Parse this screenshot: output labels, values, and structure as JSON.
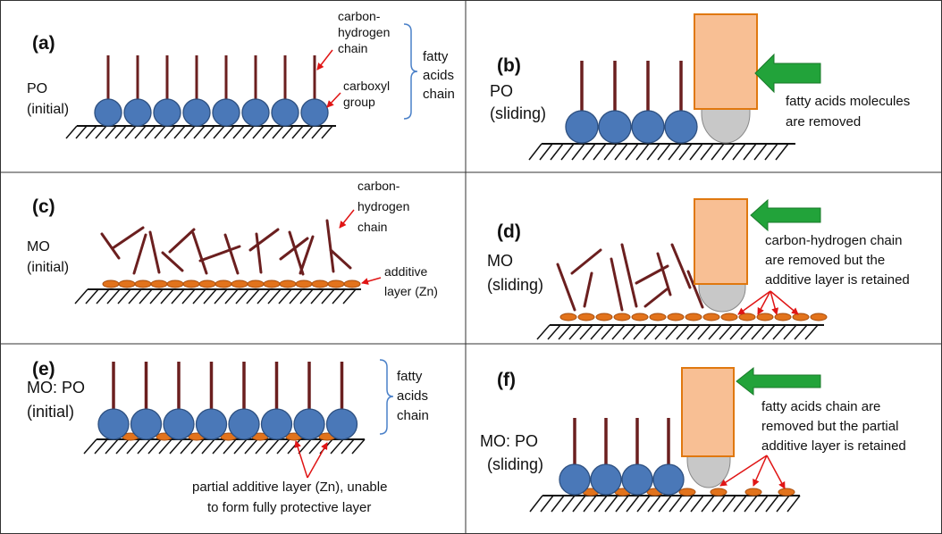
{
  "panels": {
    "a": {
      "label": "(a)",
      "oil": "PO",
      "state": "(initial)",
      "ann_carbon_1": "carbon-",
      "ann_carbon_2": "hydrogen",
      "ann_carbon_3": "chain",
      "ann_carboxyl_1": "carboxyl",
      "ann_carboxyl_2": "group",
      "ann_fatty_1": "fatty",
      "ann_fatty_2": "acids",
      "ann_fatty_3": "chain"
    },
    "b": {
      "label": "(b)",
      "oil": "PO",
      "state": "(sliding)",
      "note_1": "fatty acids molecules",
      "note_2": "are removed"
    },
    "c": {
      "label": "(c)",
      "oil": "MO",
      "state": "(initial)",
      "ann_carbon_1": "carbon-",
      "ann_carbon_2": "hydrogen",
      "ann_carbon_3": "chain",
      "ann_additive_1": "additive",
      "ann_additive_2": "layer (Zn)"
    },
    "d": {
      "label": "(d)",
      "oil": "MO",
      "state": "(sliding)",
      "note_1": "carbon-hydrogen chain",
      "note_2": "are removed but the",
      "note_3": "additive layer is retained"
    },
    "e": {
      "label": "(e)",
      "oil": "MO: PO",
      "state": "(initial)",
      "ann_fatty_1": "fatty",
      "ann_fatty_2": "acids",
      "ann_fatty_3": "chain",
      "note_1": "partial additive layer (Zn), unable",
      "note_2": "to form fully protective layer"
    },
    "f": {
      "label": "(f)",
      "oil": "MO: PO",
      "state": "(sliding)",
      "note_1": "fatty acids chain are",
      "note_2": "removed but the partial",
      "note_3": "additive layer is retained"
    }
  },
  "colors": {
    "head": "#4a78b8",
    "head_stroke": "#2e5080",
    "chain": "#6b1f1f",
    "zn": "#e2731c",
    "zn_stroke": "#a84d0c",
    "pin_fill": "#f8bf94",
    "pin_stroke": "#e0780f",
    "ball": "#c8c8c8",
    "arrow_green": "#22a33a",
    "arrow_red": "#e01515",
    "brace": "#4a80c8",
    "border": "#333333"
  }
}
